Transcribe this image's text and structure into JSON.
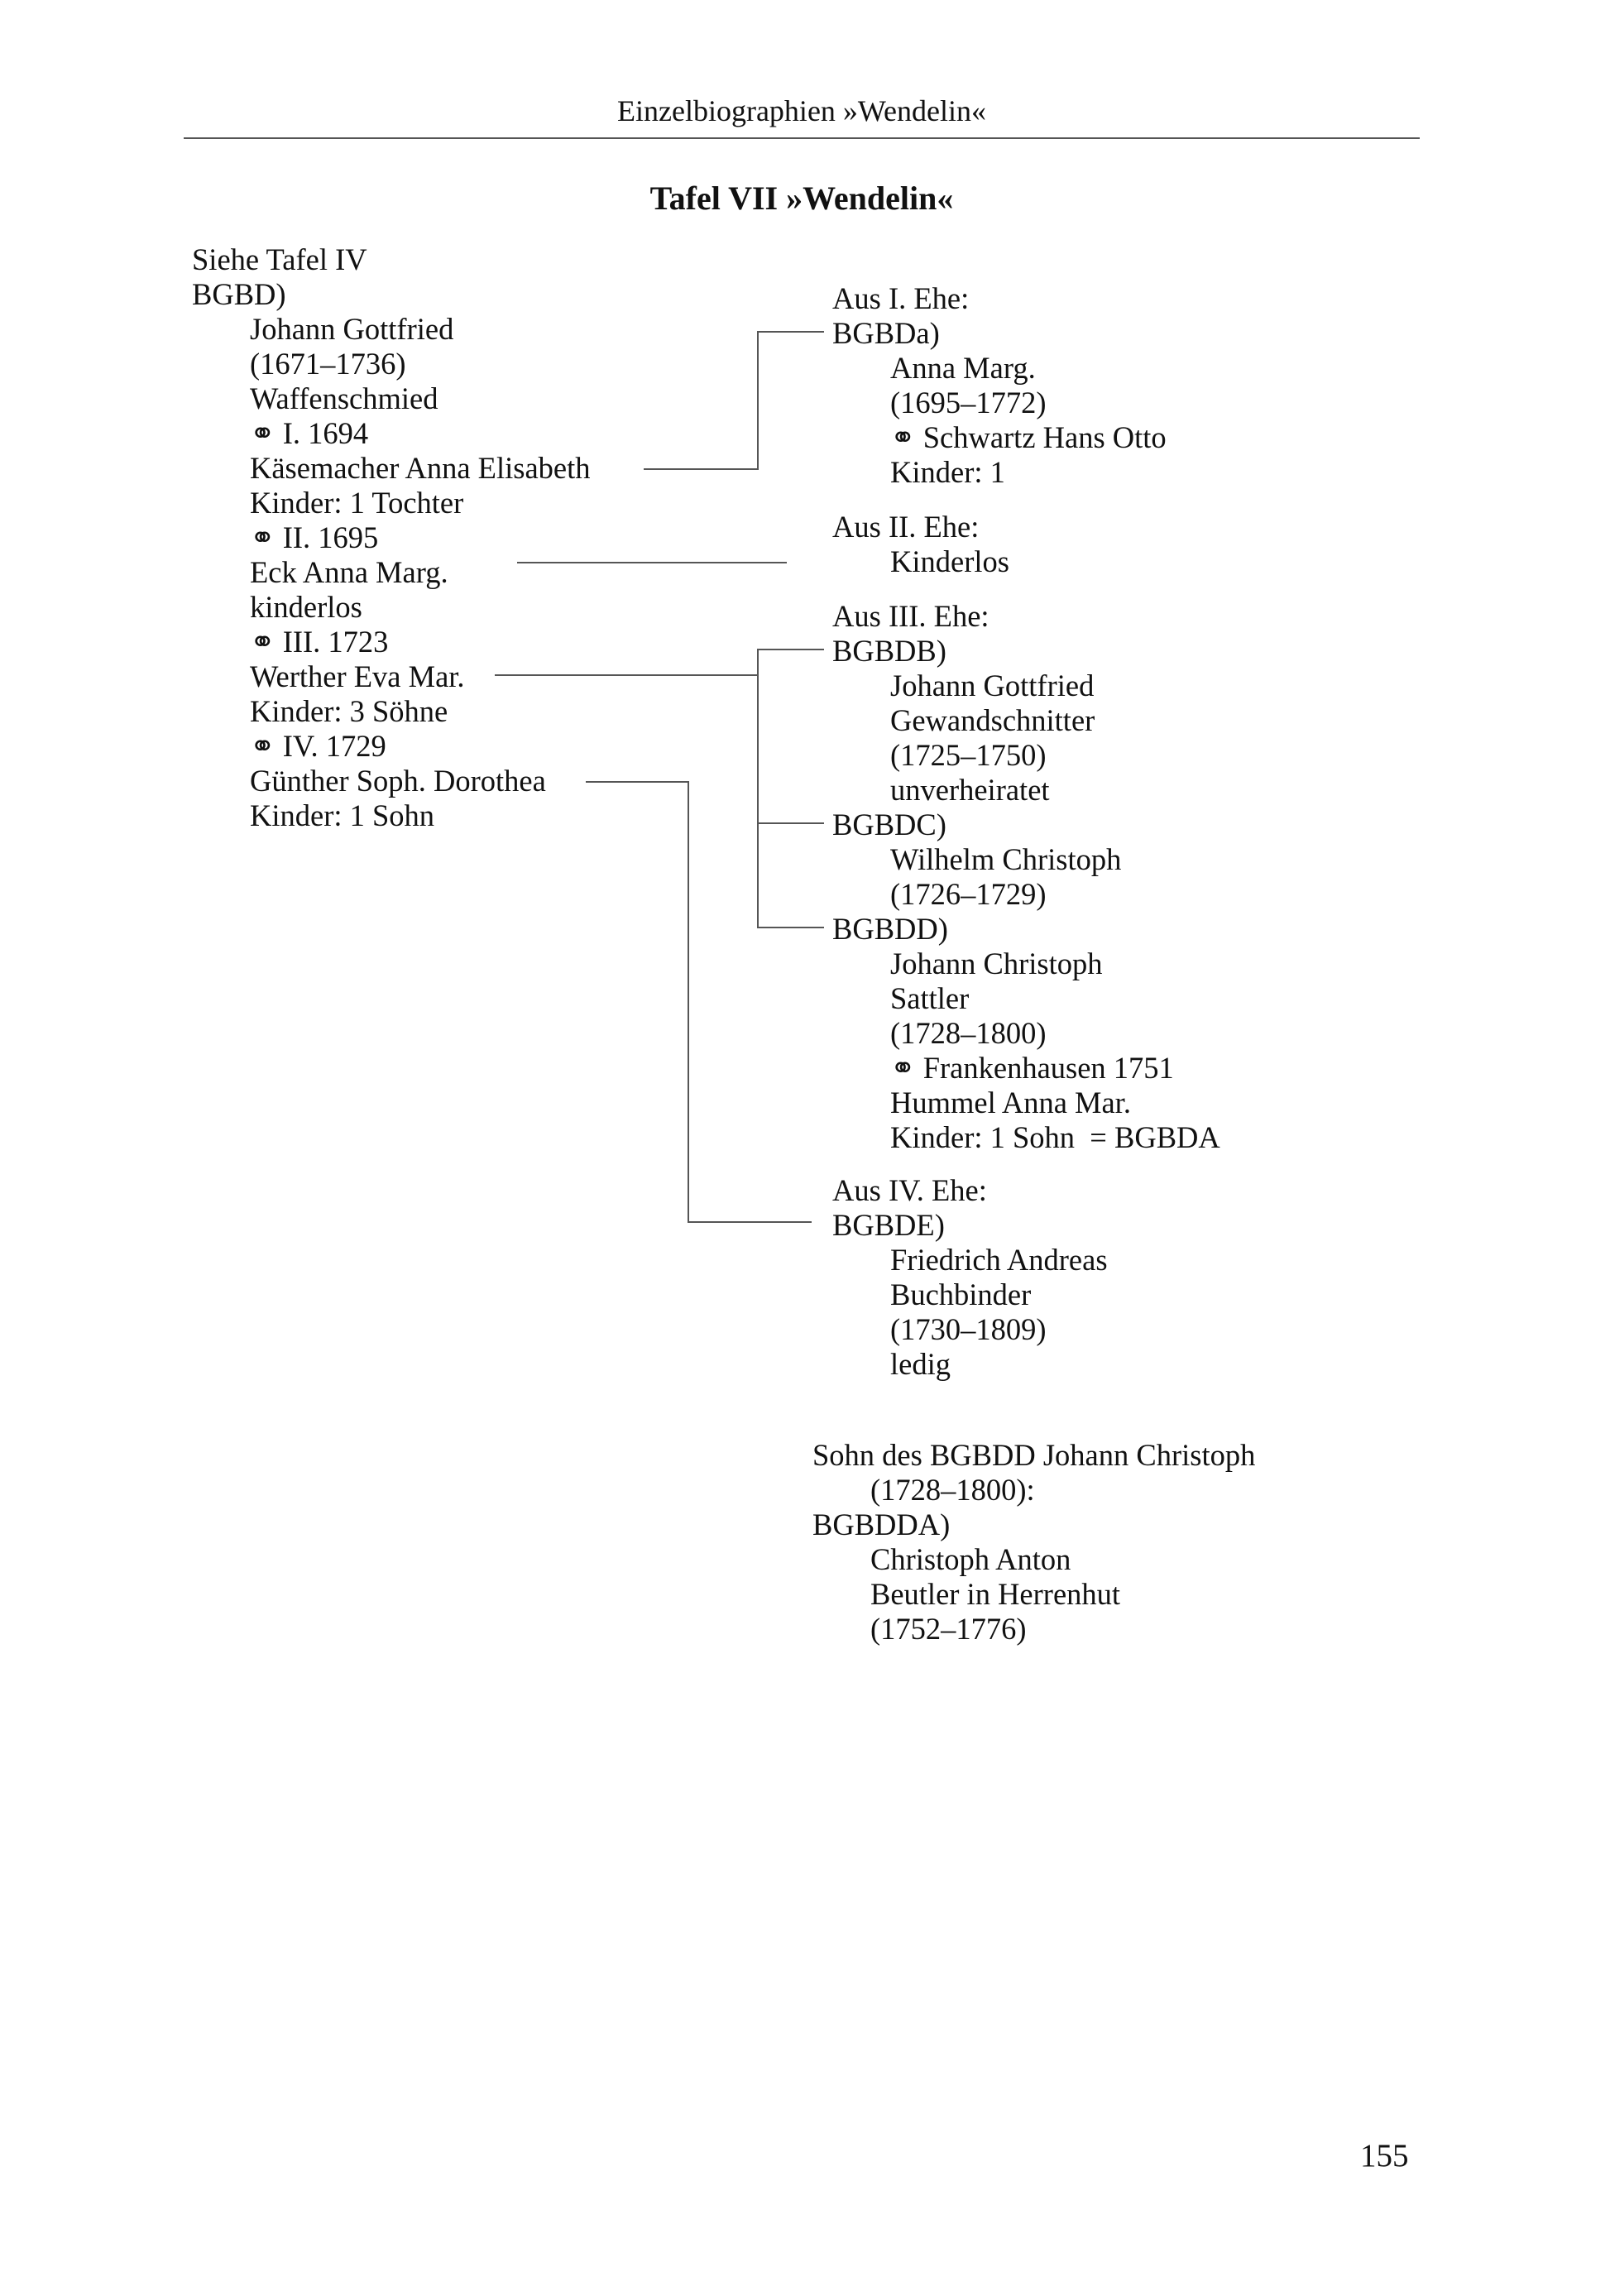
{
  "header": {
    "running_title": "Einzelbiographien »Wendelin«"
  },
  "table": {
    "title": "Tafel VII »Wendelin«"
  },
  "parent": {
    "reference": "Siehe Tafel IV",
    "code": "BGBD)",
    "name": "Johann Gottfried",
    "lifespan": "(1671–1736)",
    "occupation": "Waffenschmied",
    "marriage1_date": "⚭ I. 1694",
    "marriage1_spouse": "Käsemacher Anna Elisabeth",
    "marriage1_children": "Kinder: 1 Tochter",
    "marriage2_date": "⚭ II. 1695",
    "marriage2_spouse": "Eck Anna Marg.",
    "marriage2_children": "kinderlos",
    "marriage3_date": "⚭ III. 1723",
    "marriage3_spouse": "Werther Eva Mar.",
    "marriage3_children": "Kinder: 3 Söhne",
    "marriage4_date": "⚭ IV. 1729",
    "marriage4_spouse": "Günther Soph. Dorothea",
    "marriage4_children": "Kinder: 1 Sohn"
  },
  "marriage1": {
    "heading": "Aus I. Ehe:",
    "code": "BGBDa)",
    "name": "Anna Marg.",
    "lifespan": "(1695–1772)",
    "spouse": "⚭ Schwartz Hans Otto",
    "children": "Kinder: 1"
  },
  "marriage2": {
    "heading": "Aus II. Ehe:",
    "note": "Kinderlos"
  },
  "marriage3": {
    "heading": "Aus III. Ehe:",
    "child1_code": "BGBDB)",
    "child1_name": "Johann Gottfried",
    "child1_occupation": "Gewandschnitter",
    "child1_lifespan": "(1725–1750)",
    "child1_status": "unverheiratet",
    "child2_code": "BGBDC)",
    "child2_name": "Wilhelm Christoph",
    "child2_lifespan": "(1726–1729)",
    "child3_code": "BGBDD)",
    "child3_name": "Johann Christoph",
    "child3_occupation": "Sattler",
    "child3_lifespan": "(1728–1800)",
    "child3_marriage": "⚭ Frankenhausen 1751",
    "child3_spouse": "Hummel Anna Mar.",
    "child3_children": "Kinder: 1 Sohn  = BGBDA"
  },
  "marriage4": {
    "heading": "Aus IV. Ehe:",
    "code": "BGBDE)",
    "name": "Friedrich Andreas",
    "occupation": "Buchbinder",
    "lifespan": "(1730–1809)",
    "status": "ledig"
  },
  "grandson": {
    "heading": "Sohn des BGBDD Johann Christoph",
    "heading_cont": "(1728–1800):",
    "code": "BGBDDA)",
    "name": "Christoph Anton",
    "occupation": "Beutler in Herrenhut",
    "lifespan": "(1752–1776)"
  },
  "footer": {
    "page_number": "155"
  }
}
